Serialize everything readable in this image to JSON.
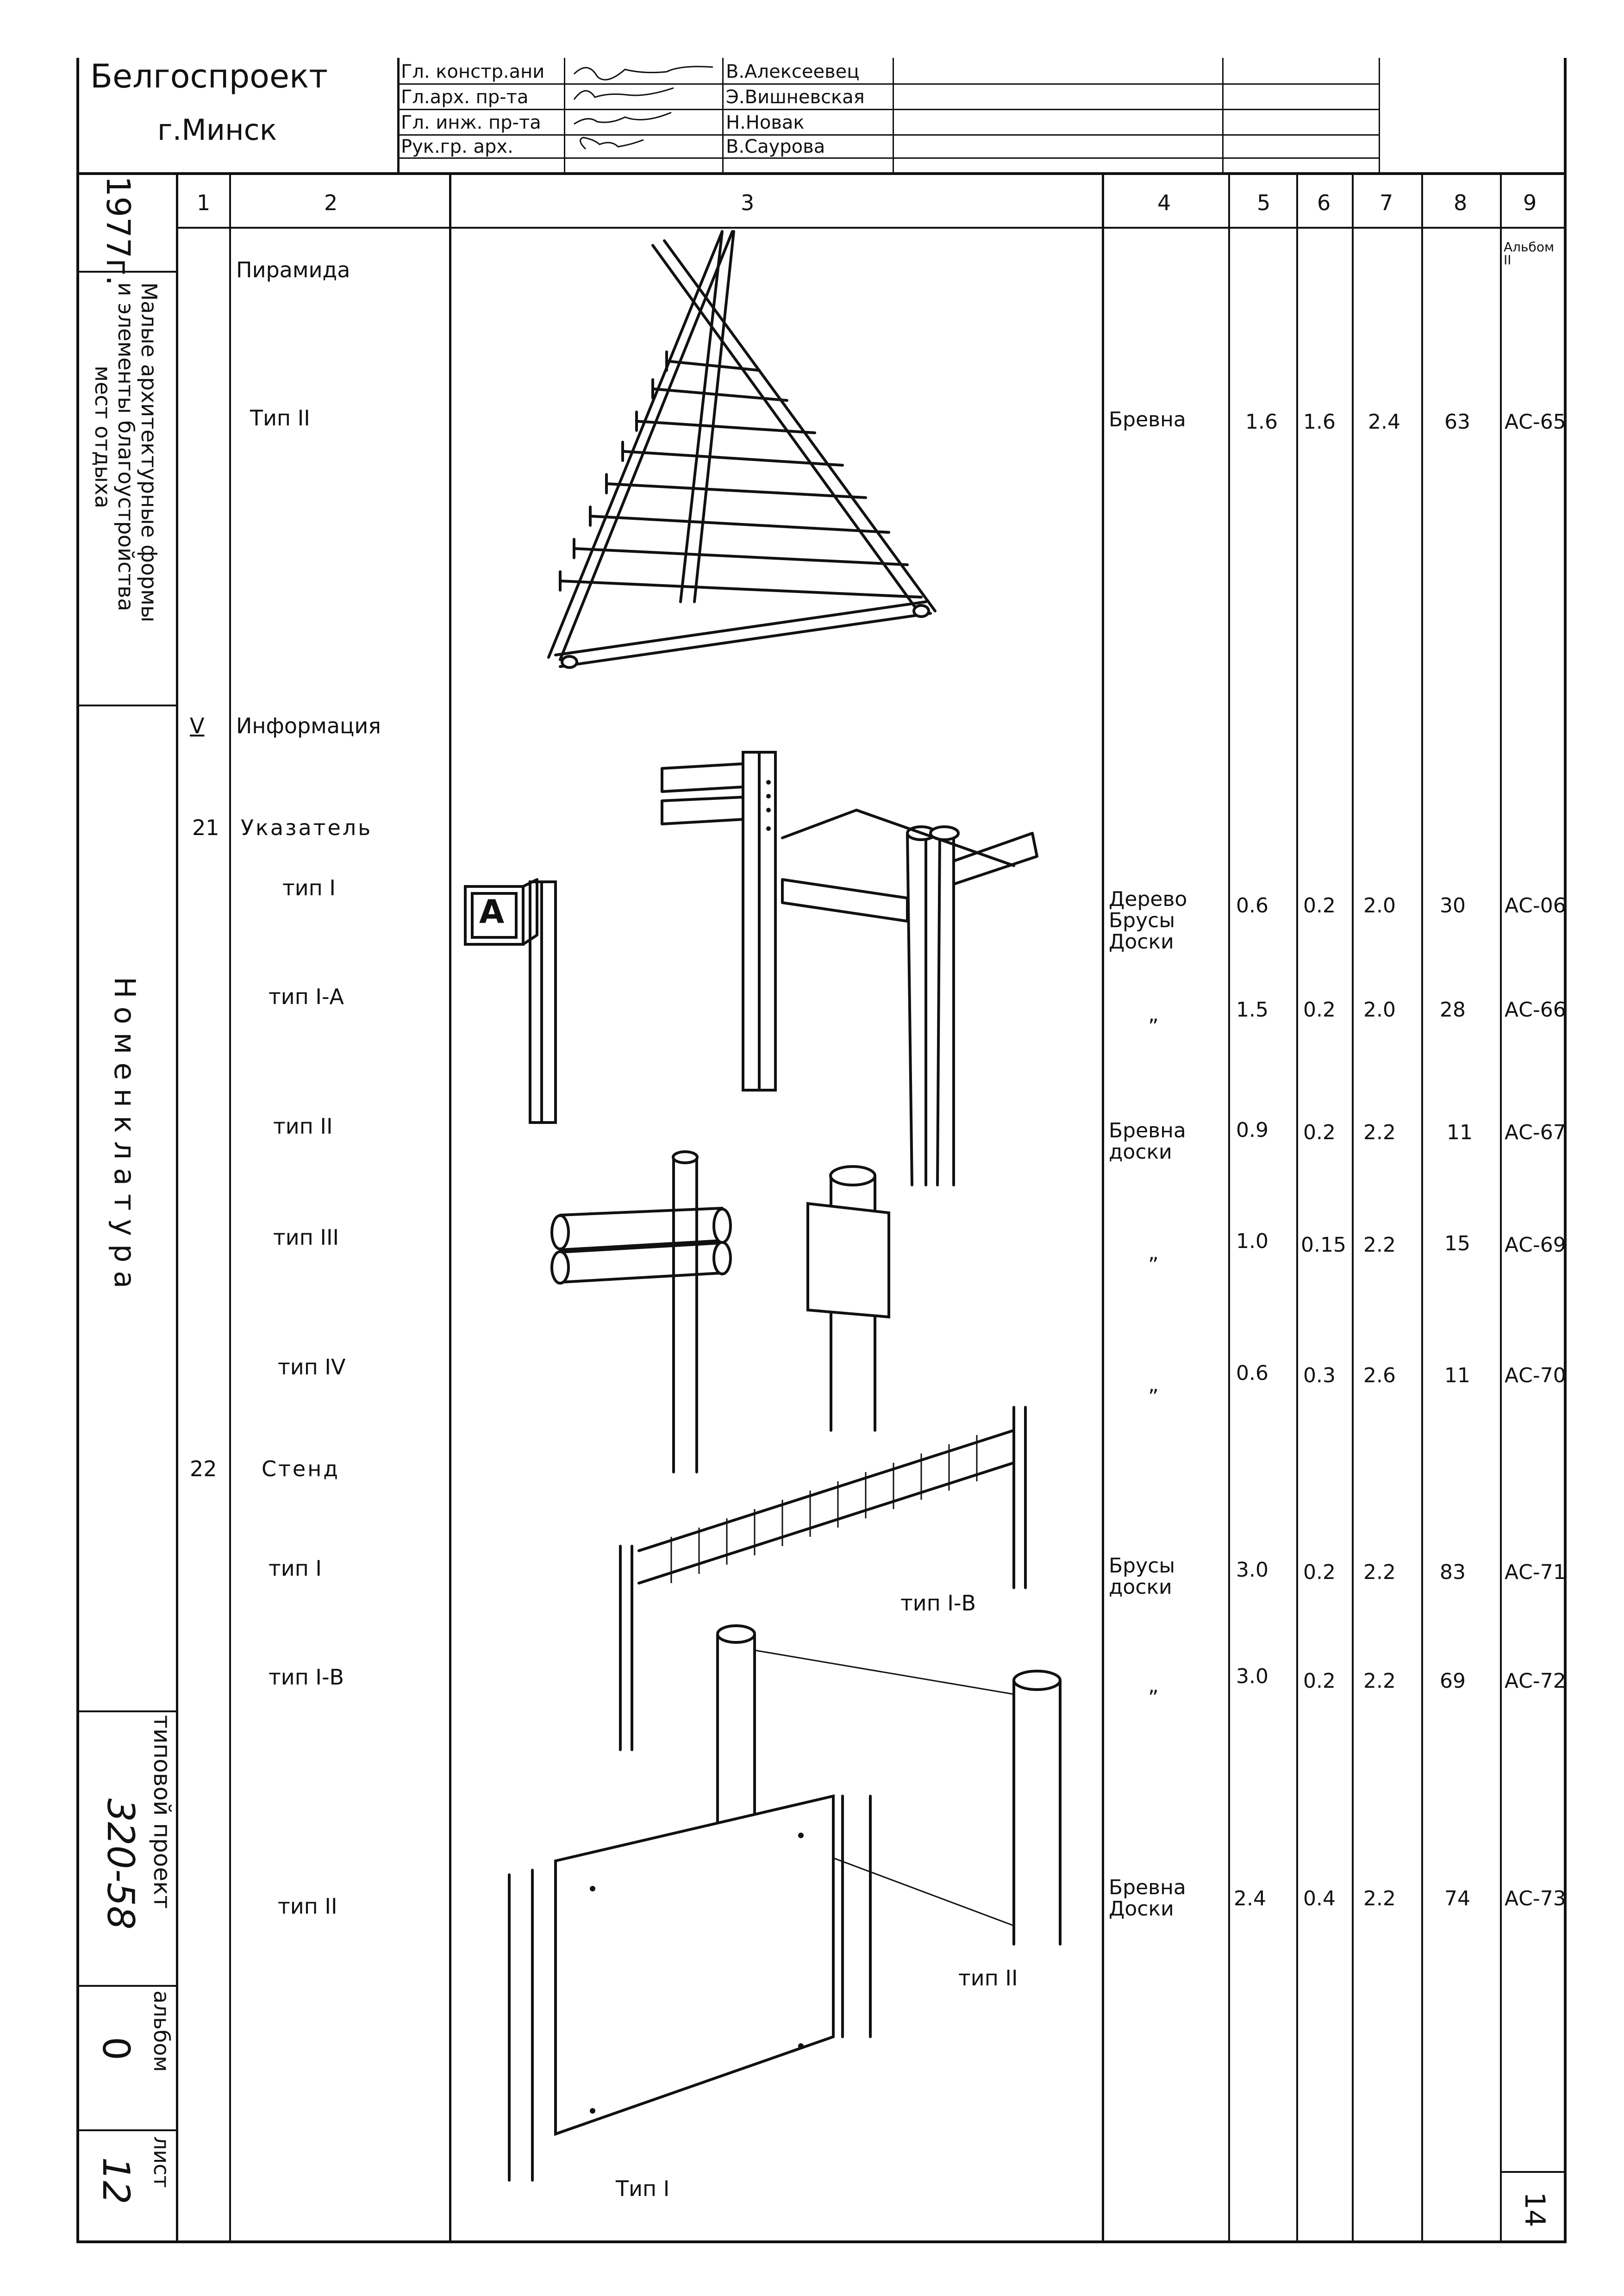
{
  "title_block": {
    "organization": "Белгоспроект",
    "city": "г.Минск",
    "roles": [
      {
        "role": "Гл. констр.ани",
        "name": "В.Алексеевец"
      },
      {
        "role": "Гл.арх. пр-та",
        "name": "Э.Вишневская"
      },
      {
        "role": "Гл. инж. пр-та",
        "name": "Н.Новак"
      },
      {
        "role": "Рук.гр. арх.",
        "name": "В.Саурова"
      }
    ]
  },
  "side": {
    "year": "1977г.",
    "subject": [
      "Малые архитектурные формы",
      "и элементы благоустройства",
      "мест отдыха"
    ],
    "section": "Номенклатура",
    "project_label": "типовой проект",
    "project_number": "320-58",
    "album_label": "альбом",
    "album_number": "0",
    "sheet_label": "лист",
    "sheet_number": "12"
  },
  "columns": [
    "1",
    "2",
    "3",
    "4",
    "5",
    "6",
    "7",
    "8",
    "9"
  ],
  "album_header": "Альбом II",
  "rows": [
    {
      "num": "",
      "name": "Пирамида",
      "material": "",
      "c5": "",
      "c6": "",
      "c7": "",
      "c8": "",
      "ref": ""
    },
    {
      "num": "",
      "name": "Тип II",
      "material": "Бревна",
      "c5": "1.6",
      "c6": "1.6",
      "c7": "2.4",
      "c8": "63",
      "ref": "АС-65"
    },
    {
      "num": "V",
      "name": "Информация",
      "material": "",
      "c5": "",
      "c6": "",
      "c7": "",
      "c8": "",
      "ref": ""
    },
    {
      "num": "21",
      "name": "Указатель",
      "material": "",
      "c5": "",
      "c6": "",
      "c7": "",
      "c8": "",
      "ref": ""
    },
    {
      "num": "",
      "name": "тип I",
      "material": "Дерево\nБрусы\nДоски",
      "c5": "0.6",
      "c6": "0.2",
      "c7": "2.0",
      "c8": "30",
      "ref": "АС-06"
    },
    {
      "num": "",
      "name": "тип I-А",
      "material": "„",
      "c5": "1.5",
      "c6": "0.2",
      "c7": "2.0",
      "c8": "28",
      "ref": "АС-66"
    },
    {
      "num": "",
      "name": "тип II",
      "material": "Бревна\nдоски",
      "c5": "0.9",
      "c6": "0.2",
      "c7": "2.2",
      "c8": "11",
      "ref": "АС-67"
    },
    {
      "num": "",
      "name": "тип III",
      "material": "„",
      "c5": "1.0",
      "c6": "0.15",
      "c7": "2.2",
      "c8": "15",
      "ref": "АС-69"
    },
    {
      "num": "",
      "name": "тип IV",
      "material": "„",
      "c5": "0.6",
      "c6": "0.3",
      "c7": "2.6",
      "c8": "11",
      "ref": "АС-70"
    },
    {
      "num": "22",
      "name": "Стенд",
      "material": "",
      "c5": "",
      "c6": "",
      "c7": "",
      "c8": "",
      "ref": ""
    },
    {
      "num": "",
      "name": "тип I",
      "material": "Брусы\nдоски",
      "c5": "3.0",
      "c6": "0.2",
      "c7": "2.2",
      "c8": "83",
      "ref": "АС-71"
    },
    {
      "num": "",
      "name": "тип I-В",
      "material": "„",
      "c5": "3.0",
      "c6": "0.2",
      "c7": "2.2",
      "c8": "69",
      "ref": "АС-72"
    },
    {
      "num": "",
      "name": "тип II",
      "material": "Бревна\nДоски",
      "c5": "2.4",
      "c6": "0.4",
      "c7": "2.2",
      "c8": "74",
      "ref": "АС-73"
    }
  ],
  "drawing_labels": {
    "sign_letter": "А",
    "stand_i_b": "тип I-В",
    "stand_ii": "тип II",
    "stand_i": "Тип I"
  },
  "page_corner": "14"
}
